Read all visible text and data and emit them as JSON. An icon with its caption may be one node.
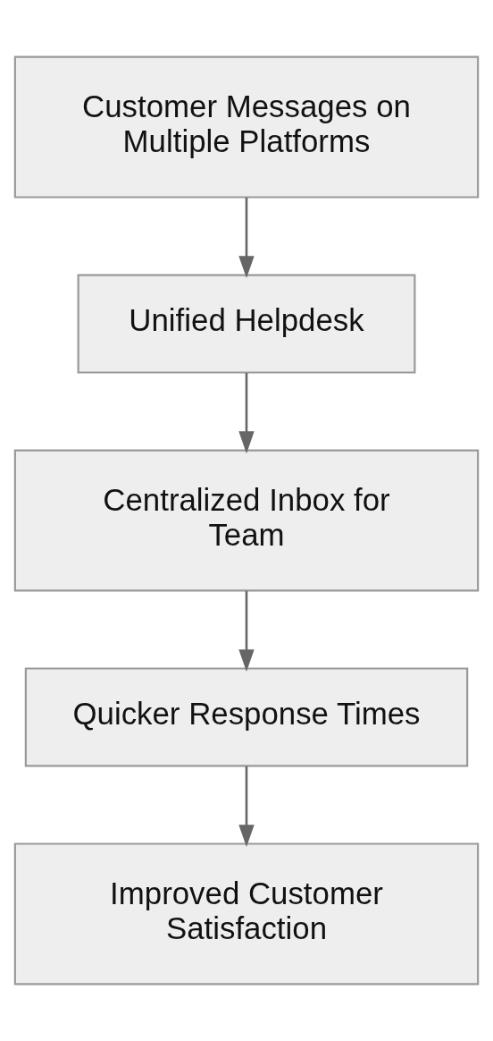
{
  "diagram": {
    "nodes": [
      {
        "text": [
          "Customer Messages on Multiple Platforms"
        ]
      },
      {
        "text": [
          "Unified Helpdesk"
        ]
      },
      {
        "text": [
          "Centralized Inbox for Team"
        ]
      },
      {
        "text": [
          "Quicker Response Times"
        ]
      },
      {
        "text": [
          "Improved Customer Satisfaction"
        ]
      }
    ],
    "edges": [
      {
        "from": 0,
        "to": 1,
        "arrow": "to"
      },
      {
        "from": 1,
        "to": 2,
        "arrow": "to"
      },
      {
        "from": 2,
        "to": 3,
        "arrow": "to"
      },
      {
        "from": 3,
        "to": 4,
        "arrow": "to"
      }
    ]
  }
}
